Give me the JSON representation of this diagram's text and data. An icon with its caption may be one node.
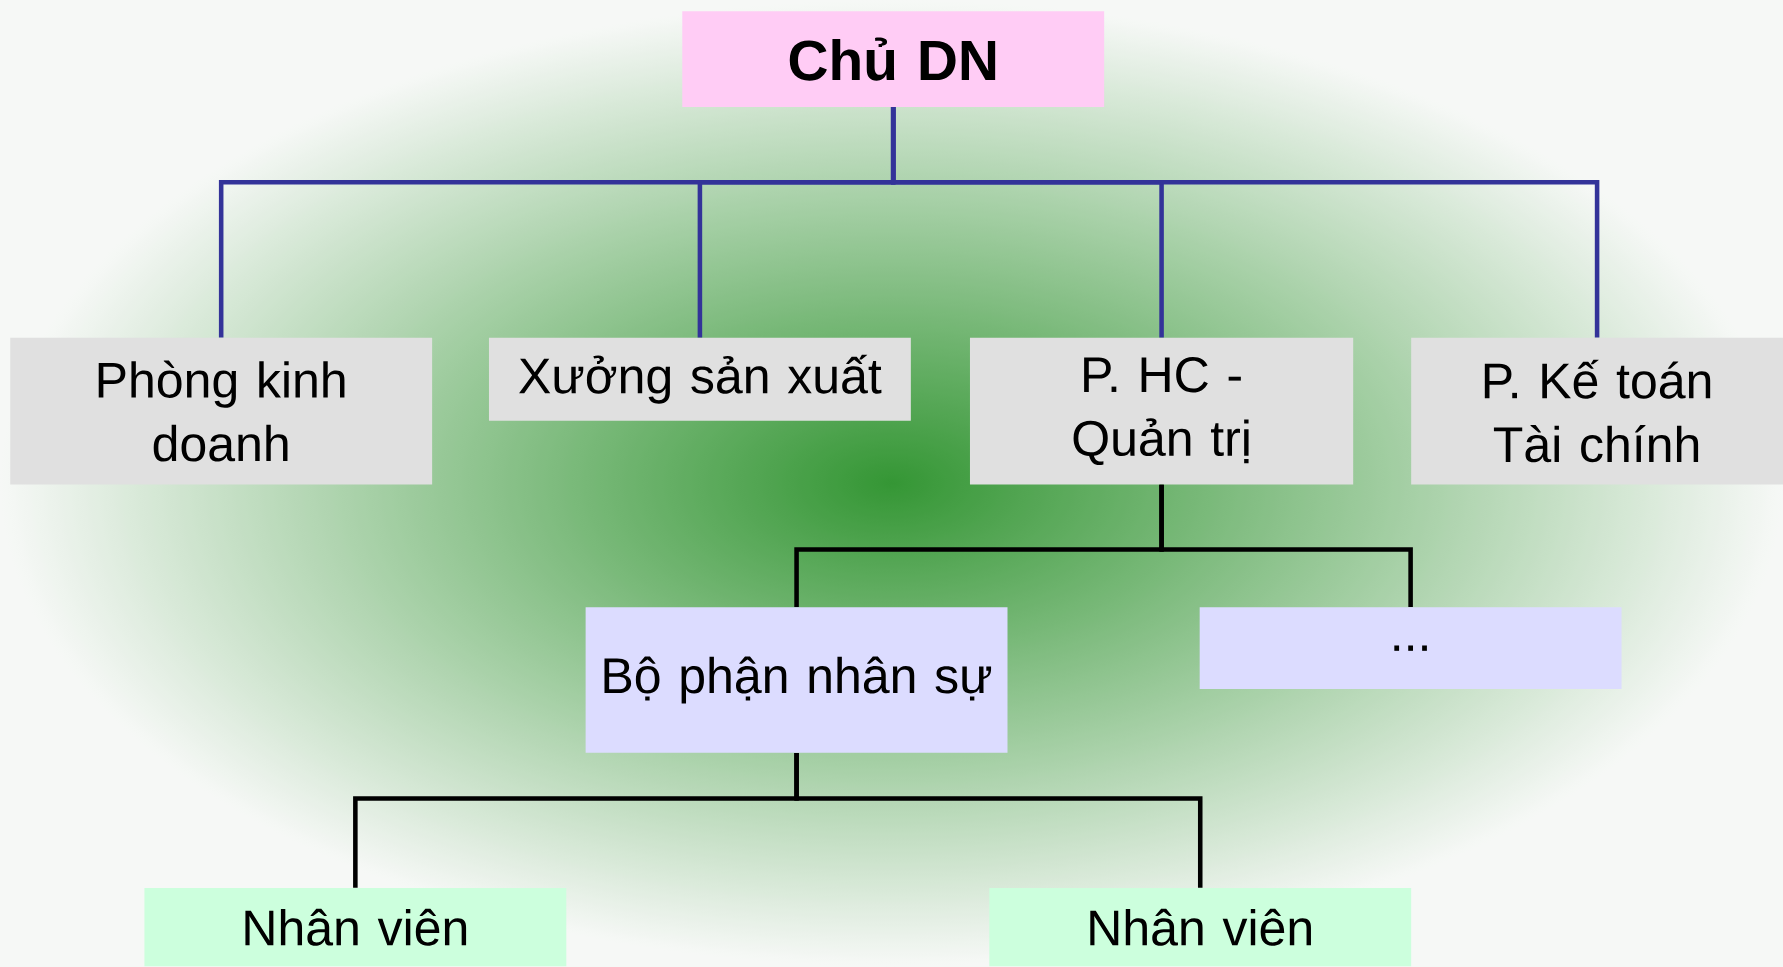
{
  "diagram": {
    "nodes": [
      {
        "text": [
          "Chủ DN"
        ]
      },
      {
        "text": [
          "Phòng kinh doanh"
        ]
      },
      {
        "text": [
          "Xưởng sản xuất"
        ]
      },
      {
        "text": [
          "P. HC - Quản trị"
        ]
      },
      {
        "text": [
          "P. Kế toán Tài chính"
        ]
      },
      {
        "text": [
          "Bộ phận nhân sự"
        ]
      },
      {
        "text": [
          "..."
        ]
      },
      {
        "text": [
          "Nhân viên"
        ]
      },
      {
        "text": [
          "Nhân viên"
        ]
      }
    ],
    "edges": [
      {
        "from": 0,
        "to": 1,
        "arrow": "none",
        "color": "#333399"
      },
      {
        "from": 0,
        "to": 2,
        "arrow": "none",
        "color": "#333399"
      },
      {
        "from": 0,
        "to": 3,
        "arrow": "none",
        "color": "#333399"
      },
      {
        "from": 0,
        "to": 4,
        "arrow": "none",
        "color": "#333399"
      },
      {
        "from": 3,
        "to": 5,
        "arrow": "none",
        "color": "#000000"
      },
      {
        "from": 3,
        "to": 6,
        "arrow": "none",
        "color": "#000000"
      },
      {
        "from": 5,
        "to": 7,
        "arrow": "none",
        "color": "#000000"
      },
      {
        "from": 5,
        "to": 8,
        "arrow": "none",
        "color": "#000000"
      }
    ]
  }
}
